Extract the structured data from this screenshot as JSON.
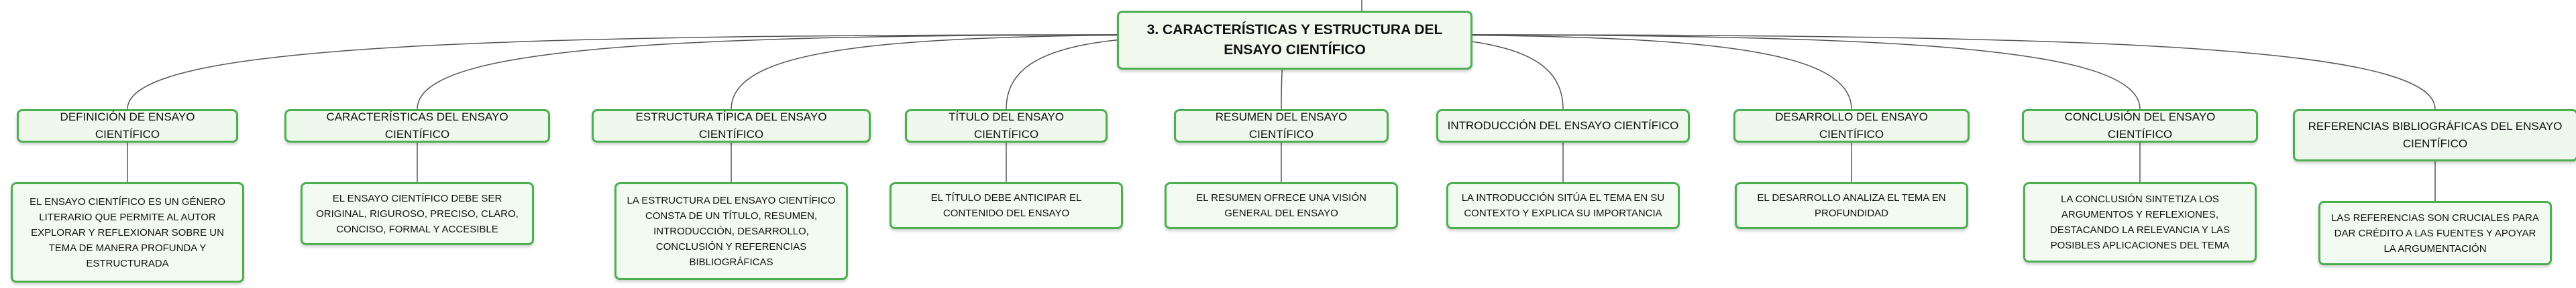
{
  "root": {
    "label": "3. Características y estructura del ensayo científico"
  },
  "branches": [
    {
      "id": "definicion",
      "label": "Definición de ensayo científico",
      "detail": "El ensayo científico es un género literario que permite al autor explorar y reflexionar sobre un tema de manera profunda y estructurada"
    },
    {
      "id": "caracteristicas",
      "label": "Características del ensayo científico",
      "detail": "El ensayo científico debe ser original, riguroso, preciso, claro, conciso, formal y accesible"
    },
    {
      "id": "estructura",
      "label": "Estructura típica del ensayo científico",
      "detail": "La estructura del ensayo científico consta de un título, resumen, introducción, desarrollo, conclusión y referencias bibliográficas"
    },
    {
      "id": "titulo",
      "label": "Título del ensayo científico",
      "detail": "El título debe anticipar el contenido del ensayo"
    },
    {
      "id": "resumen",
      "label": "Resumen del ensayo científico",
      "detail": "El resumen ofrece una visión general del ensayo"
    },
    {
      "id": "introduccion",
      "label": "Introducción del ensayo científico",
      "detail": "La introducción sitúa el tema en su contexto y explica su importancia"
    },
    {
      "id": "desarrollo",
      "label": "Desarrollo del ensayo científico",
      "detail": "El desarrollo analiza el tema en profundidad"
    },
    {
      "id": "conclusion",
      "label": "Conclusión del ensayo científico",
      "detail": "La conclusión sintetiza los argumentos y reflexiones, destacando la relevancia y las posibles aplicaciones del tema"
    },
    {
      "id": "referencias",
      "label": "Referencias bibliográficas del ensayo científico",
      "detail": "Las referencias son cruciales para dar crédito a las fuentes y apoyar la argumentación"
    }
  ],
  "colors": {
    "border": "#4caf50",
    "line": "#555555",
    "root_fill": "#f1f9ef",
    "node_fill": "#eef8ec"
  }
}
